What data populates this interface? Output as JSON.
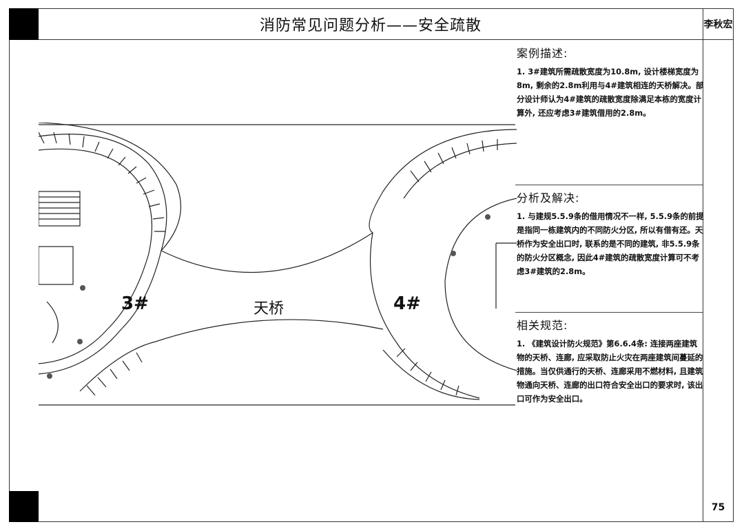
{
  "header": {
    "title": "消防常见问题分析——安全疏散",
    "author": "李秋宏"
  },
  "footer": {
    "page_number": "75"
  },
  "sections": [
    {
      "heading": "案例描述:",
      "text": "1. 3#建筑所需疏散宽度为10.8m, 设计楼梯宽度为8m, 剩余的2.8m利用与4#建筑相连的天桥解决。部分设计师认为4#建筑的疏散宽度除满足本栋的宽度计算外, 还应考虑3#建筑借用的2.8m。"
    },
    {
      "heading": "分析及解决:",
      "text": "1. 与建规5.5.9条的借用情况不一样, 5.5.9条的前提是指同一栋建筑内的不同防火分区, 所以有借有还。天桥作为安全出口时, 联系的是不同的建筑, 非5.5.9条的防火分区概念, 因此4#建筑的疏散宽度计算可不考虑3#建筑的2.8m。"
    },
    {
      "heading": "相关规范:",
      "text": "1. 《建筑设计防火规范》第6.6.4条: 连接两座建筑物的天桥、连廊, 应采取防止火灾在两座建筑间蔓延的措施。当仅供通行的天桥、连廊采用不燃材料, 且建筑物通向天桥、连廊的出口符合安全出口的要求时, 该出口可作为安全出口。"
    }
  ],
  "drawing": {
    "label_building_3": "3#",
    "label_bridge": "天桥",
    "label_building_4": "4#"
  }
}
